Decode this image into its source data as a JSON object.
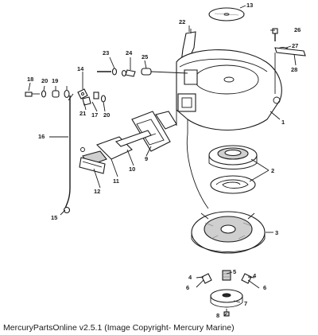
{
  "caption": "MercuryPartsOnline v2.5.1 (Image Copyright- Mercury Marine)",
  "callouts": [
    "1",
    "2",
    "3",
    "4",
    "5",
    "6",
    "7",
    "8",
    "9",
    "10",
    "11",
    "12",
    "13",
    "14",
    "15",
    "16",
    "17",
    "18",
    "19",
    "20",
    "21",
    "22",
    "23",
    "24",
    "25",
    "26",
    "27",
    "28",
    "4",
    "6",
    "2",
    "20"
  ]
}
